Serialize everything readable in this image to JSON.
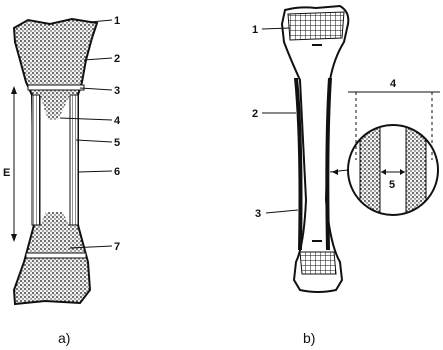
{
  "figure_a": {
    "caption": "a)",
    "labels": [
      "1",
      "2",
      "3",
      "4",
      "5",
      "6",
      "7"
    ],
    "side_label": "E"
  },
  "figure_b": {
    "caption": "b)",
    "labels": [
      "1",
      "2",
      "3"
    ],
    "inset_labels": [
      "4",
      "5"
    ]
  }
}
